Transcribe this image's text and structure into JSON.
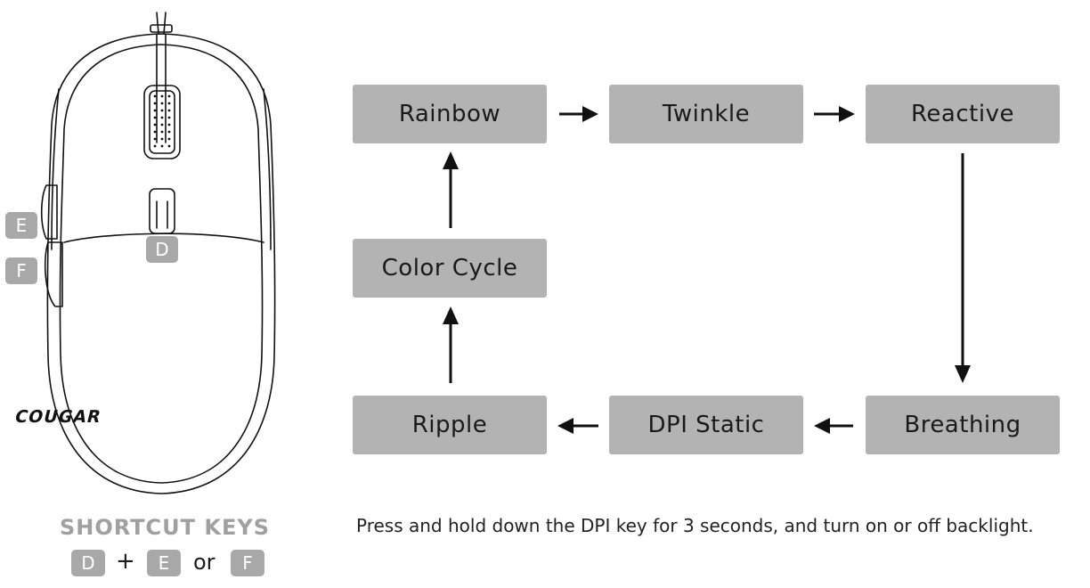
{
  "modes": {
    "rainbow": "Rainbow",
    "twinkle": "Twinkle",
    "reactive": "Reactive",
    "breathing": "Breathing",
    "dpi_static": "DPI Static",
    "ripple": "Ripple",
    "color_cycle": "Color Cycle"
  },
  "mouse": {
    "brand": "COUGAR",
    "side_keys": [
      "E",
      "F"
    ],
    "dpi_key": "D"
  },
  "shortcut": {
    "title": "SHORTCUT KEYS",
    "key1": "D",
    "plus": "+",
    "key2": "E",
    "or": "or",
    "key3": "F"
  },
  "note": "Press and hold down the DPI key for 3 seconds, and turn on or off backlight.",
  "colors": {
    "box_fill": "#b3b3b3",
    "badge_fill": "#a8a8a8",
    "title_gray": "#a0a0a0",
    "line": "#111111"
  }
}
